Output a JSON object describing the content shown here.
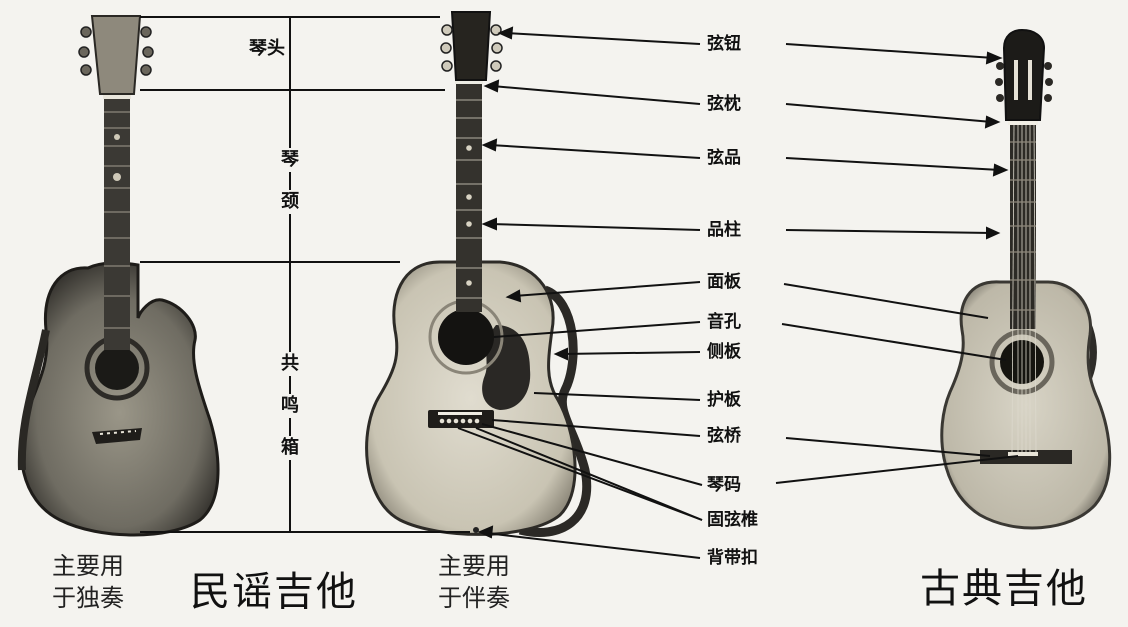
{
  "sections": {
    "head": "琴头",
    "neck": [
      "琴",
      "颈"
    ],
    "body": [
      "共",
      "鸣",
      "箱"
    ]
  },
  "parts": [
    {
      "key": "tuning_pegs",
      "label": "弦钮"
    },
    {
      "key": "nut",
      "label": "弦枕"
    },
    {
      "key": "frets",
      "label": "弦品"
    },
    {
      "key": "fret_markers",
      "label": "品柱"
    },
    {
      "key": "soundboard",
      "label": "面板"
    },
    {
      "key": "soundhole",
      "label": "音孔"
    },
    {
      "key": "side",
      "label": "侧板"
    },
    {
      "key": "pickguard",
      "label": "护板"
    },
    {
      "key": "bridge",
      "label": "弦桥"
    },
    {
      "key": "saddle",
      "label": "琴码"
    },
    {
      "key": "bridge_pins",
      "label": "固弦椎"
    },
    {
      "key": "strap_button",
      "label": "背带扣"
    }
  ],
  "guitars": {
    "left_usage": [
      "主要用",
      "于独奏"
    ],
    "folk_title": "民谣吉他",
    "middle_usage": [
      "主要用",
      "于伴奏"
    ],
    "classical_title": "古典吉他"
  }
}
